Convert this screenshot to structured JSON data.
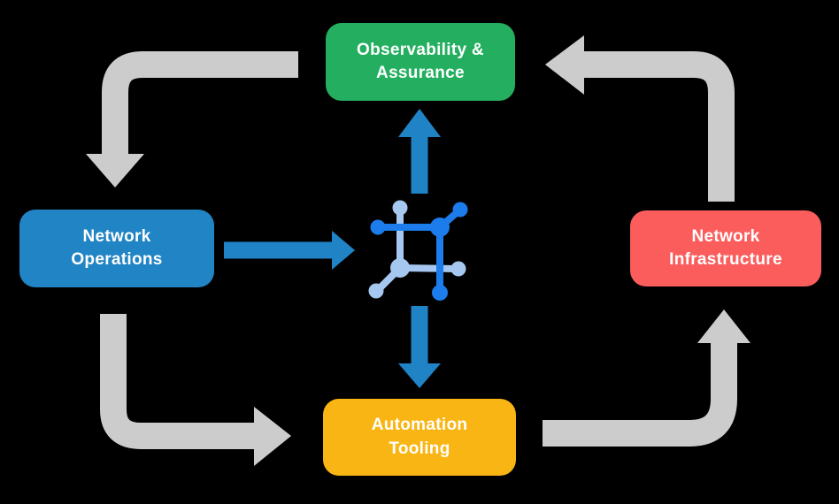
{
  "colors": {
    "bg": "#000000",
    "green": "#23AF5F",
    "blue": "#2184C4",
    "red": "#FB5D5D",
    "yellow": "#F9B513",
    "arrow-gray": "#CCCCCC",
    "arrow-blue": "#2083C6",
    "icon-dark-blue": "#1C7CEC",
    "icon-light-blue": "#A6C8F0",
    "text": "#FFFFFF"
  },
  "nodes": {
    "observability": {
      "label": "Observability &\nAssurance",
      "color": "#23AF5F"
    },
    "operations": {
      "label": "Network\nOperations",
      "color": "#2184C4"
    },
    "infrastructure": {
      "label": "Network\nInfrastructure",
      "color": "#FB5D5D"
    },
    "automation": {
      "label": "Automation\nTooling",
      "color": "#F9B513"
    }
  },
  "icons": {
    "center": "network-hub-icon"
  },
  "edges": [
    {
      "from": "observability-assurance",
      "to": "network-operations",
      "style": "gray-elbow"
    },
    {
      "from": "network-operations",
      "to": "automation-tooling",
      "style": "gray-elbow"
    },
    {
      "from": "automation-tooling",
      "to": "network-infrastructure",
      "style": "gray-elbow"
    },
    {
      "from": "network-infrastructure",
      "to": "observability-assurance",
      "style": "gray-elbow"
    },
    {
      "from": "network-operations",
      "to": "network-hub",
      "style": "blue-straight"
    },
    {
      "from": "network-hub",
      "to": "observability-assurance",
      "style": "blue-straight"
    },
    {
      "from": "network-hub",
      "to": "automation-tooling",
      "style": "blue-straight"
    }
  ]
}
